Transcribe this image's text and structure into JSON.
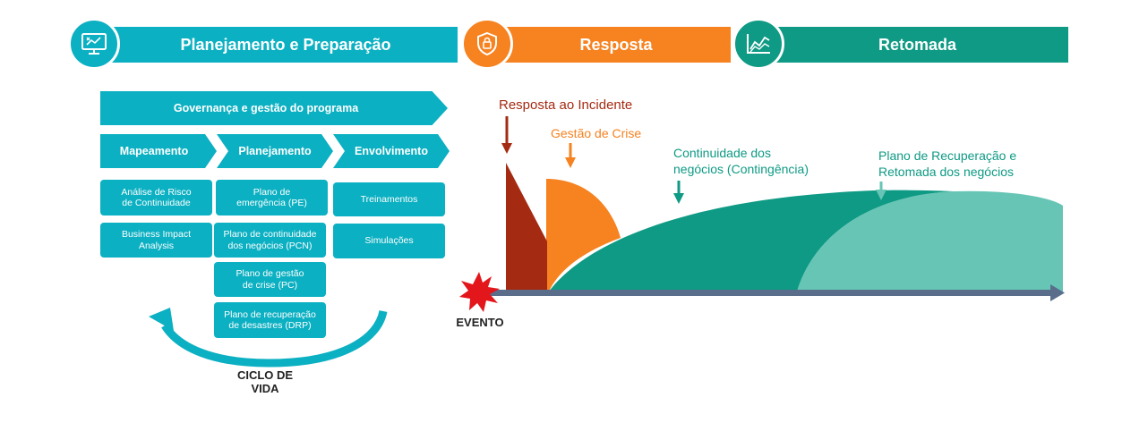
{
  "header": {
    "phases": [
      {
        "label": "Planejamento e Preparação",
        "icon": "monitor-strategy-icon",
        "color": "#0bb0c2"
      },
      {
        "label": "Resposta",
        "icon": "shield-lock-icon",
        "color": "#f68220"
      },
      {
        "label": "Retomada",
        "icon": "line-chart-icon",
        "color": "#0e9a84"
      }
    ]
  },
  "planning": {
    "governance": "Governança e gestão do programa",
    "stages": [
      "Mapeamento",
      "Planejamento",
      "Envolvimento"
    ],
    "boxes": {
      "mapeamento": [
        "Análise de Risco\nde Continuidade",
        "Business Impact\nAnalysis"
      ],
      "planejamento": [
        "Plano de\nemergência (PE)",
        "Plano de continuidade\ndos negócios (PCN)",
        "Plano de gestão\nde crise (PC)",
        "Plano de recuperação\nde desastres (DRP)"
      ],
      "envolvimento": [
        "Treinamentos",
        "Simulações"
      ]
    },
    "cycle_label": "CICLO DE\nVIDA"
  },
  "timeline": {
    "event_label": "EVENTO",
    "phase_labels": [
      {
        "text": "Resposta ao Incidente",
        "color": "#a52a12"
      },
      {
        "text": "Gestão de Crise",
        "color": "#f68220"
      },
      {
        "text": "Continuidade dos\nnegócios (Contingência)",
        "color": "#0e9a84"
      },
      {
        "text": "Plano de Recuperação e\nRetomada dos negócios",
        "color": "#0e9a84"
      }
    ]
  },
  "colors": {
    "teal": "#0bb0c2",
    "orange": "#f68220",
    "green": "#0e9a84",
    "light_green": "#66c5b5",
    "dark_red": "#a52a12",
    "axis": "#5a6e8c",
    "burst": "#e3161b"
  }
}
